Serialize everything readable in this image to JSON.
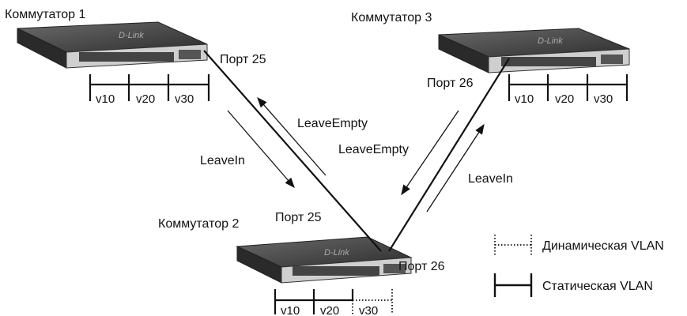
{
  "switches": [
    {
      "name": "Коммутатор 1",
      "ports": [
        "Порт 25"
      ],
      "vlans": [
        "v10",
        "v20",
        "v30"
      ]
    },
    {
      "name": "Коммутатор 2",
      "ports": [
        "Порт 25",
        "Порт 26"
      ],
      "vlans": [
        "v10",
        "v20",
        "v30"
      ]
    },
    {
      "name": "Коммутатор 3",
      "ports": [
        "Порт 26"
      ],
      "vlans": [
        "v10",
        "v20",
        "v30"
      ]
    }
  ],
  "messages": {
    "sw1_to_sw2": "LeaveIn",
    "sw2_to_sw1": "LeaveEmpty",
    "sw3_to_sw2": "LeaveEmpty",
    "sw2_to_sw3": "LeaveIn"
  },
  "legend": {
    "dynamic": "Динамическая VLAN",
    "static": "Статическая VLAN"
  },
  "colors": {
    "line": "#111111",
    "switch_body": "#3a3a3a",
    "switch_front": "#d8d8d8"
  }
}
